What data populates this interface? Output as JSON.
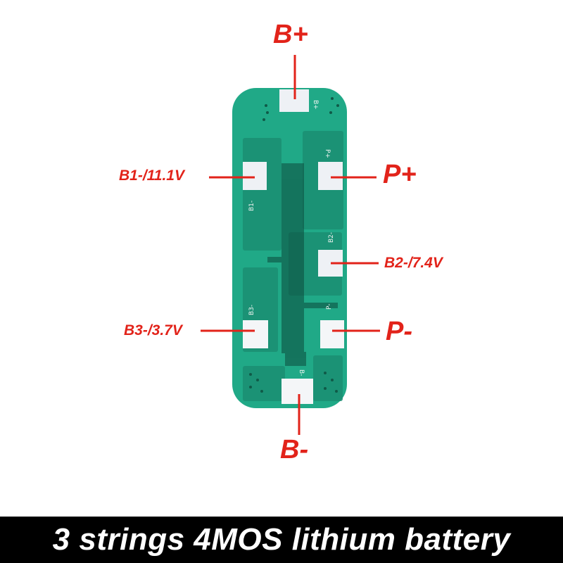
{
  "colors": {
    "board": "#20a987",
    "trace_dark": "#1a6f5a",
    "ground_strip": "#0c4a3c",
    "pad": "#f4f6f8",
    "label": "#e2231a",
    "caption_bg": "#000000",
    "caption_text": "#ffffff"
  },
  "terminals": {
    "b_plus": "B+",
    "b1": "B1-/11.1V",
    "p_plus": "P+",
    "b2": "B2-/7.4V",
    "b3": "B3-/3.7V",
    "p_minus": "P-",
    "b_minus": "B-"
  },
  "silkscreen": {
    "b_plus": "B+",
    "p_plus": "P+",
    "b1": "B1-",
    "b2": "B2-",
    "b3": "B3-",
    "p_minus": "P-",
    "b_minus": "B-"
  },
  "caption": "3 strings 4MOS lithium battery"
}
